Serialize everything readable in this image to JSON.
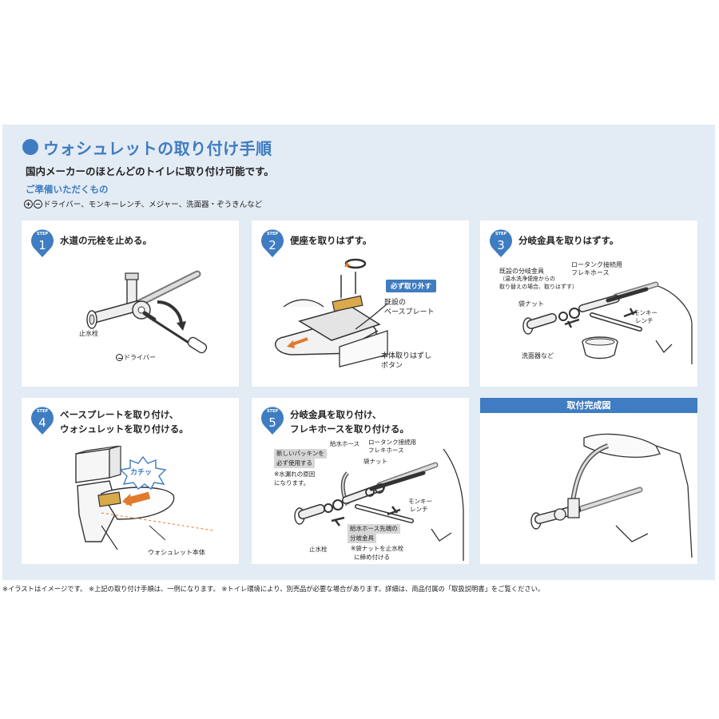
{
  "header": {
    "title": "ウォシュレットの取り付け手順",
    "subtitle": "国内メーカーのほとんどのトイレに取り付け可能です。",
    "prep_title": "ご準備いただくもの",
    "prep_items": "ドライバー、モンキーレンチ、メジャー、洗面器・ぞうきんなど"
  },
  "step_label": "STEP",
  "steps": [
    {
      "number": "1",
      "title": "水道の元栓を止める。",
      "labels": {
        "valve": "止水栓",
        "driver": "ドライバー"
      }
    },
    {
      "number": "2",
      "title": "便座を取りはずす。",
      "labels": {
        "must_remove": "必ず取り外す",
        "base_plate_1": "既設の",
        "base_plate_2": "ベースプレート",
        "release_1": "本体取りはずし",
        "release_2": "ボタン"
      }
    },
    {
      "number": "3",
      "title": "分岐金具を取りはずす。",
      "labels": {
        "existing_1": "既設の分岐金具",
        "existing_2": "（温水洗浄便座からの",
        "existing_3": "取り替えの場合、取りはずす）",
        "tank_hose_1": "ロータンク接続用",
        "tank_hose_2": "フレキホース",
        "nut": "袋ナット",
        "wrench_1": "モンキー",
        "wrench_2": "レンチ",
        "basin": "洗面器など"
      }
    },
    {
      "number": "4",
      "title_line1": "ベースプレートを取り付け、",
      "title_line2": "ウォシュレットを取り付ける。",
      "labels": {
        "click": "カチッ",
        "body": "ウォシュレット本体"
      }
    },
    {
      "number": "5",
      "title_line1": "分岐金具を取り付け、",
      "title_line2": "フレキホースを取り付ける。",
      "labels": {
        "packing_1": "新しいパッキンを",
        "packing_2": "必ず使用する",
        "leak_1": "※水漏れの原因",
        "leak_2": "になります。",
        "supply_hose": "給水ホース",
        "tank_hose_1": "ロータンク接続用",
        "tank_hose_2": "フレキホース",
        "nut": "袋ナット",
        "wrench_1": "モンキー",
        "wrench_2": "レンチ",
        "fitting_1": "給水ホース先端の",
        "fitting_2": "分岐金具",
        "nut_note_1": "※袋ナットを止水栓",
        "nut_note_2": "に締め付ける",
        "valve": "止水栓"
      }
    }
  ],
  "complete": {
    "title": "取付完成図"
  },
  "footer": "※イラストはイメージです。 ※上記の取り付け手順は、一例になります。 ※トイレ環境により、別売品が必要な場合があります。詳細は、商品付属の「取扱説明書」をご覧ください。",
  "colors": {
    "accent": "#3f7cc1",
    "panel": "#e3ebf5",
    "orange": "#e07a2e"
  }
}
